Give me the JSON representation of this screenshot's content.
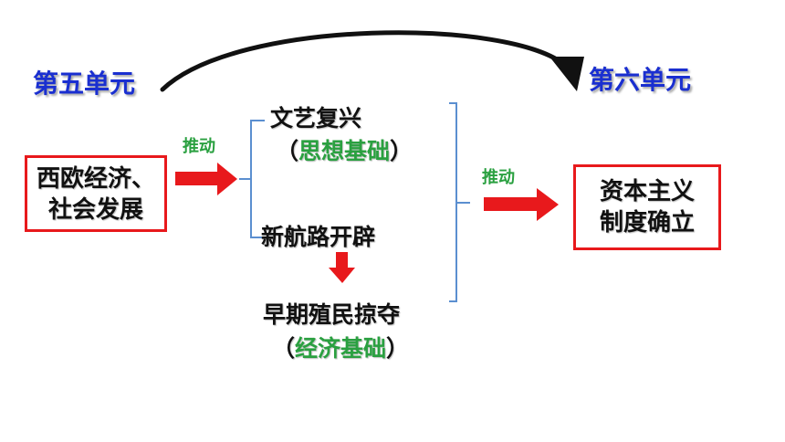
{
  "units": {
    "left": "第五单元",
    "right": "第六单元"
  },
  "left_box": {
    "line1": "西欧经济、",
    "line2": "社会发展"
  },
  "right_box": {
    "line1": "资本主义",
    "line2": "制度确立"
  },
  "labels": {
    "push1": "推动",
    "push2": "推动"
  },
  "nodes": {
    "renaissance": {
      "title": "文艺复兴",
      "basis_open": "（",
      "basis": "思想基础",
      "basis_close": "）"
    },
    "new_route": {
      "title": "新航路开辟"
    },
    "colonial": {
      "title": "早期殖民掠夺",
      "basis_open": "（",
      "basis": "经济基础",
      "basis_close": "）"
    }
  },
  "colors": {
    "unit": "#1a2fd0",
    "box_border": "#e8191c",
    "arrow": "#e8191c",
    "green": "#2aa040",
    "bracket": "#5b8fd0"
  }
}
